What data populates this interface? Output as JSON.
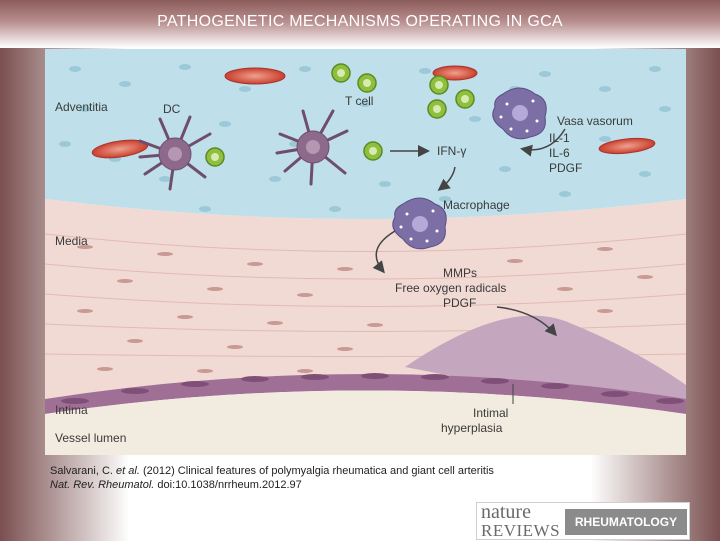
{
  "slide": {
    "title": "PATHOGENETIC MECHANISMS OPERATING IN GCA"
  },
  "figure": {
    "labels": {
      "adventitia": "Adventitia",
      "dc": "DC",
      "t_cell": "T cell",
      "vasa_vasorum": "Vasa vasorum",
      "il1": "IL-1",
      "il6": "IL-6",
      "pdgf_top": "PDGF",
      "ifn": "IFN-γ",
      "macrophage": "Macrophage",
      "media": "Media",
      "mmps": "MMPs",
      "free_radicals": "Free oxygen radicals",
      "pdgf_mid": "PDGF",
      "intima": "Intima",
      "intimal": "Intimal",
      "hyperplasia": "hyperplasia",
      "lumen": "Vessel lumen"
    },
    "colors": {
      "adventitia": "#bfe0ea",
      "media": "#f1d9d4",
      "intima": "#a06f96",
      "lumen": "#f2ece0",
      "tcell": "#8fbf3f",
      "dc": "#8d6a8c",
      "macrophage": "#7b6fa5",
      "rbc": "#d9503a"
    }
  },
  "citation": {
    "line1_author": "Salvarani, C. ",
    "line1_etal": "et al.",
    "line1_rest": " (2012) Clinical features of polymyalgia rheumatica and giant cell arteritis",
    "line2_journal": "Nat. Rev. Rheumatol.",
    "line2_doi": " doi:10.1038/nrrheum.2012.97"
  },
  "logo": {
    "nature": "nature",
    "reviews": "REVIEWS",
    "journal": "RHEUMATOLOGY"
  }
}
